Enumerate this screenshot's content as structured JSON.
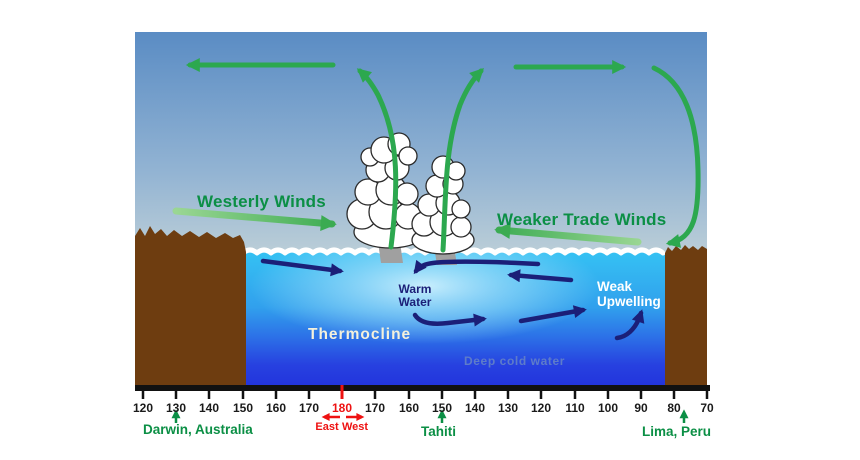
{
  "diagram": {
    "winds": {
      "westerly": "Westerly Winds",
      "weaker_trade": "Weaker Trade Winds"
    },
    "ocean": {
      "warm_water": "Warm\nWater",
      "thermocline": "Thermocline",
      "deep_cold_water": "Deep cold water",
      "weak_upwelling": "Weak\nUpwelling"
    }
  },
  "axis": {
    "ticks": [
      {
        "label": "120"
      },
      {
        "label": "130"
      },
      {
        "label": "140"
      },
      {
        "label": "150"
      },
      {
        "label": "160"
      },
      {
        "label": "170"
      },
      {
        "label": "180",
        "highlight": true
      },
      {
        "label": "170"
      },
      {
        "label": "160"
      },
      {
        "label": "150"
      },
      {
        "label": "140"
      },
      {
        "label": "130"
      },
      {
        "label": "120"
      },
      {
        "label": "110"
      },
      {
        "label": "100"
      },
      {
        "label": "90"
      },
      {
        "label": "80"
      },
      {
        "label": "70"
      }
    ],
    "direction_east": "East",
    "direction_west": "West"
  },
  "locations": {
    "darwin": "Darwin, Australia",
    "tahiti": "Tahiti",
    "lima": "Lima, Peru"
  },
  "colors": {
    "circulation_green": "#2CA84F",
    "surface_wind_green": "#6FC46F",
    "label_green": "#0B8F45",
    "ocean_current_navy": "#1B1F78",
    "highlight_red": "#EE1111",
    "land_brown": "#6E3D10",
    "deep_ocean_blue": "#2335DD",
    "surface_ocean_cyan": "#35C2F3"
  }
}
